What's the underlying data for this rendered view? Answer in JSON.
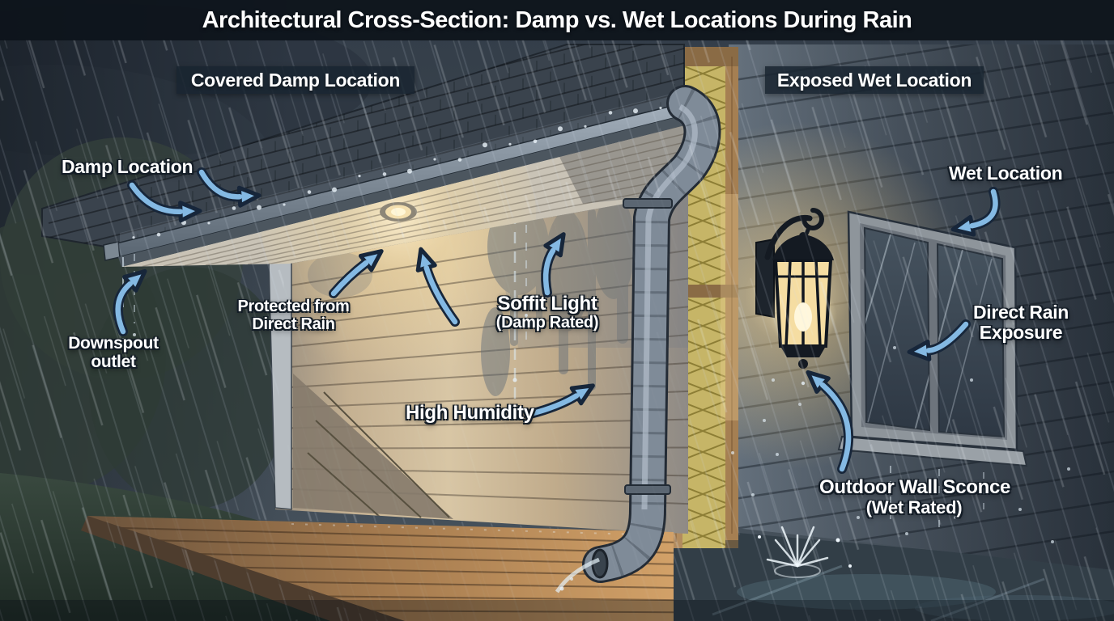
{
  "title": "Architectural Cross-Section: Damp vs. Wet Locations During Rain",
  "badges": {
    "left": "Covered Damp Location",
    "right": "Exposed Wet Location"
  },
  "labels": {
    "damp_location": {
      "lines": [
        "Damp Location"
      ]
    },
    "downspout_outlet": {
      "lines": [
        "Downspout",
        "outlet"
      ]
    },
    "protected_from_rain": {
      "lines": [
        "Protected from",
        "Direct Rain"
      ]
    },
    "soffit_light": {
      "lines": [
        "Soffit Light",
        "(Damp Rated)"
      ]
    },
    "high_humidity": {
      "lines": [
        "High Humidity"
      ]
    },
    "wet_location": {
      "lines": [
        "Wet Location"
      ]
    },
    "direct_rain_exposure": {
      "lines": [
        "Direct Rain",
        "Exposure"
      ]
    },
    "outdoor_wall_sconce": {
      "lines": [
        "Outdoor Wall Sconce",
        "(Wet Rated)"
      ]
    }
  },
  "colors": {
    "arrow_fill": "#84b9e3",
    "arrow_outline": "#17263a",
    "label_text": "#ffffff",
    "banner_bg": "rgba(13,19,27,0.92)",
    "badge_bg": "rgba(25,36,48,0.85)",
    "sconce_glow": "#f6d38e"
  },
  "scene": {
    "objects": [
      "porch roof",
      "rain gutter",
      "downspout",
      "soffit ceiling",
      "recessed soffit light",
      "porch siding wall",
      "wood deck",
      "wall cross-section with insulation",
      "exposed siding wall",
      "double window",
      "outdoor lantern sconce",
      "rain",
      "ground splash",
      "trees",
      "grass",
      "puddles"
    ]
  }
}
